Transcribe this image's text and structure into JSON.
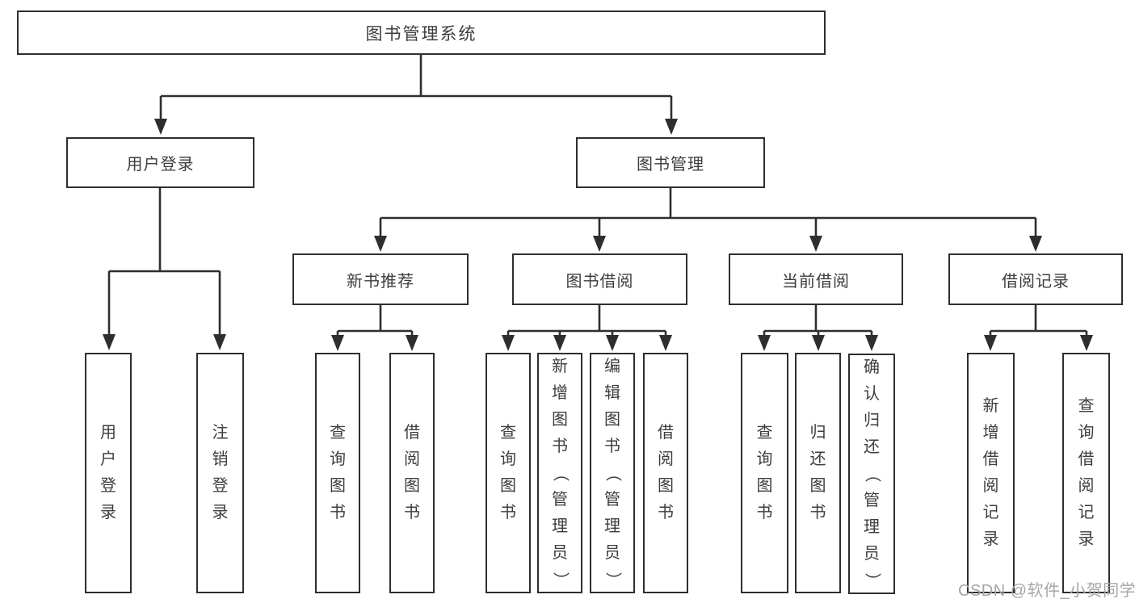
{
  "diagram_title": "图书管理系统",
  "tree": {
    "label": "图书管理系统",
    "children": [
      {
        "label": "用户登录",
        "children": [
          {
            "label": "用户登录"
          },
          {
            "label": "注销登录"
          }
        ]
      },
      {
        "label": "图书管理",
        "children": [
          {
            "label": "新书推荐",
            "children": [
              {
                "label": "查询图书"
              },
              {
                "label": "借阅图书"
              }
            ]
          },
          {
            "label": "图书借阅",
            "children": [
              {
                "label": "查询图书"
              },
              {
                "label": "新增图书（管理员）"
              },
              {
                "label": "编辑图书（管理员）"
              },
              {
                "label": "借阅图书"
              }
            ]
          },
          {
            "label": "当前借阅",
            "children": [
              {
                "label": "查询图书"
              },
              {
                "label": "归还图书"
              },
              {
                "label": "确认归还（管理员）"
              }
            ]
          },
          {
            "label": "借阅记录",
            "children": [
              {
                "label": "新增借阅记录"
              },
              {
                "label": "查询借阅记录"
              }
            ]
          }
        ]
      }
    ]
  },
  "watermark": {
    "text": "CSDN @软件_小贺同学",
    "color": "#a6a6a6"
  },
  "colors": {
    "line": "#2e2e2e",
    "box_border": "#2e2e2e",
    "box_fill": "#ffffff",
    "text": "#3d3d3d",
    "background": "#ffffff"
  }
}
